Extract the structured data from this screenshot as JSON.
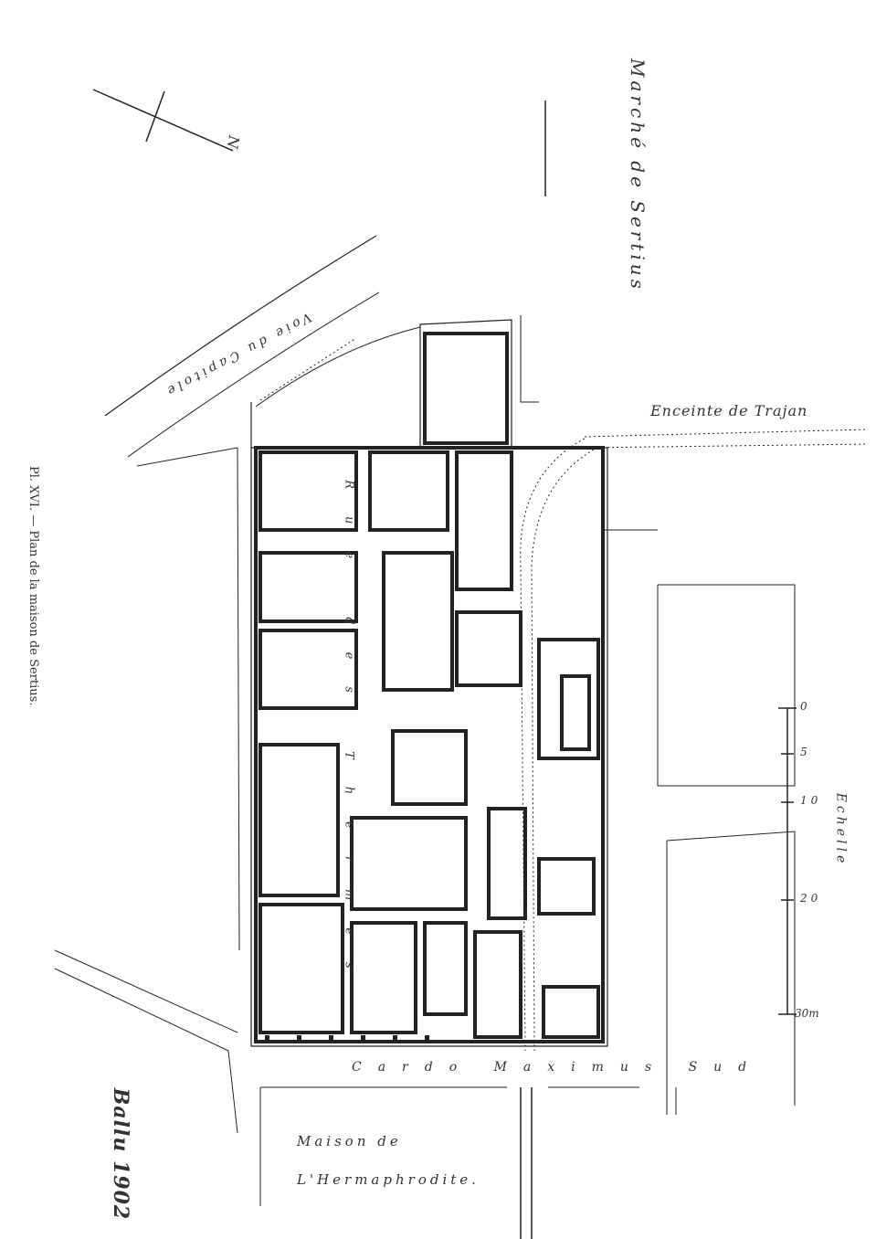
{
  "caption": "Pl. XVI. — Plan de la maison de Sertius.",
  "north_label": "N",
  "labels": {
    "market": "Marché de Sertius",
    "wall": "Enceinte de Trajan",
    "road_capitol": "Voie du Capitole",
    "street_thermes": "Rue des Thermes",
    "cardo": "Cardo Maximus Sud",
    "house_line1": "Maison de",
    "house_line2": "L'Hermaphrodite.",
    "scale_title": "Echelle"
  },
  "scale_ticks": [
    "0",
    "5",
    "10",
    "20",
    "30m"
  ],
  "signature": "Ballu 1902",
  "colors": {
    "ink": "#222222",
    "paper": "#ffffff"
  }
}
